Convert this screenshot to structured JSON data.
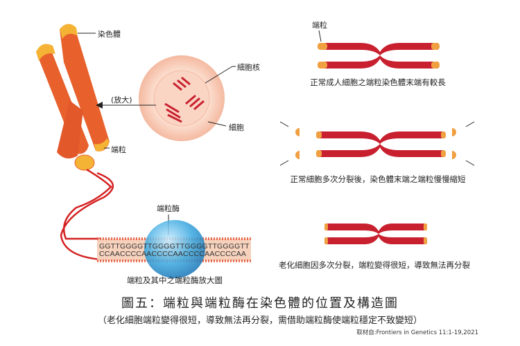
{
  "labels": {
    "chromosome": "染色體",
    "nucleus": "細胞核",
    "magnify": "(放大)",
    "cell": "細胞",
    "telomere_left": "端粒",
    "telomerase": "端粒酶",
    "telomere_right": "端粒"
  },
  "dna": {
    "top_strand": "GGTTGGGGTTGGGGTTGGGGTTGGGGTT",
    "bottom_strand": "CCAACCCCAACCCCAACCCCAACCCCAA"
  },
  "captions": {
    "zoom": "端粒及其中之端粒酶放大圖",
    "normal_adult": "正常成人細胞之端粒染色體末端有較長",
    "after_division": "正常細胞多次分裂後，染色體末端之端粒慢慢縮短",
    "aged": "老化細胞因多次分裂，端粒變得很短，導致無法再分裂"
  },
  "figure": {
    "title": "圖五：端粒與端粒酶在染色體的位置及構造圖",
    "subtitle": "（老化細胞端粒變得很短，導致無法再分裂，需借助端粒酶使端粒穩定不致變短）",
    "source": "取材自:Frontiers in Genetics 11:1-19,2021"
  },
  "colors": {
    "chromosome": "#e8612c",
    "telomere": "#f5b335",
    "red_chrom": "#c8202e",
    "tip": "#f0a040",
    "enzyme": "#3aa8e0"
  }
}
